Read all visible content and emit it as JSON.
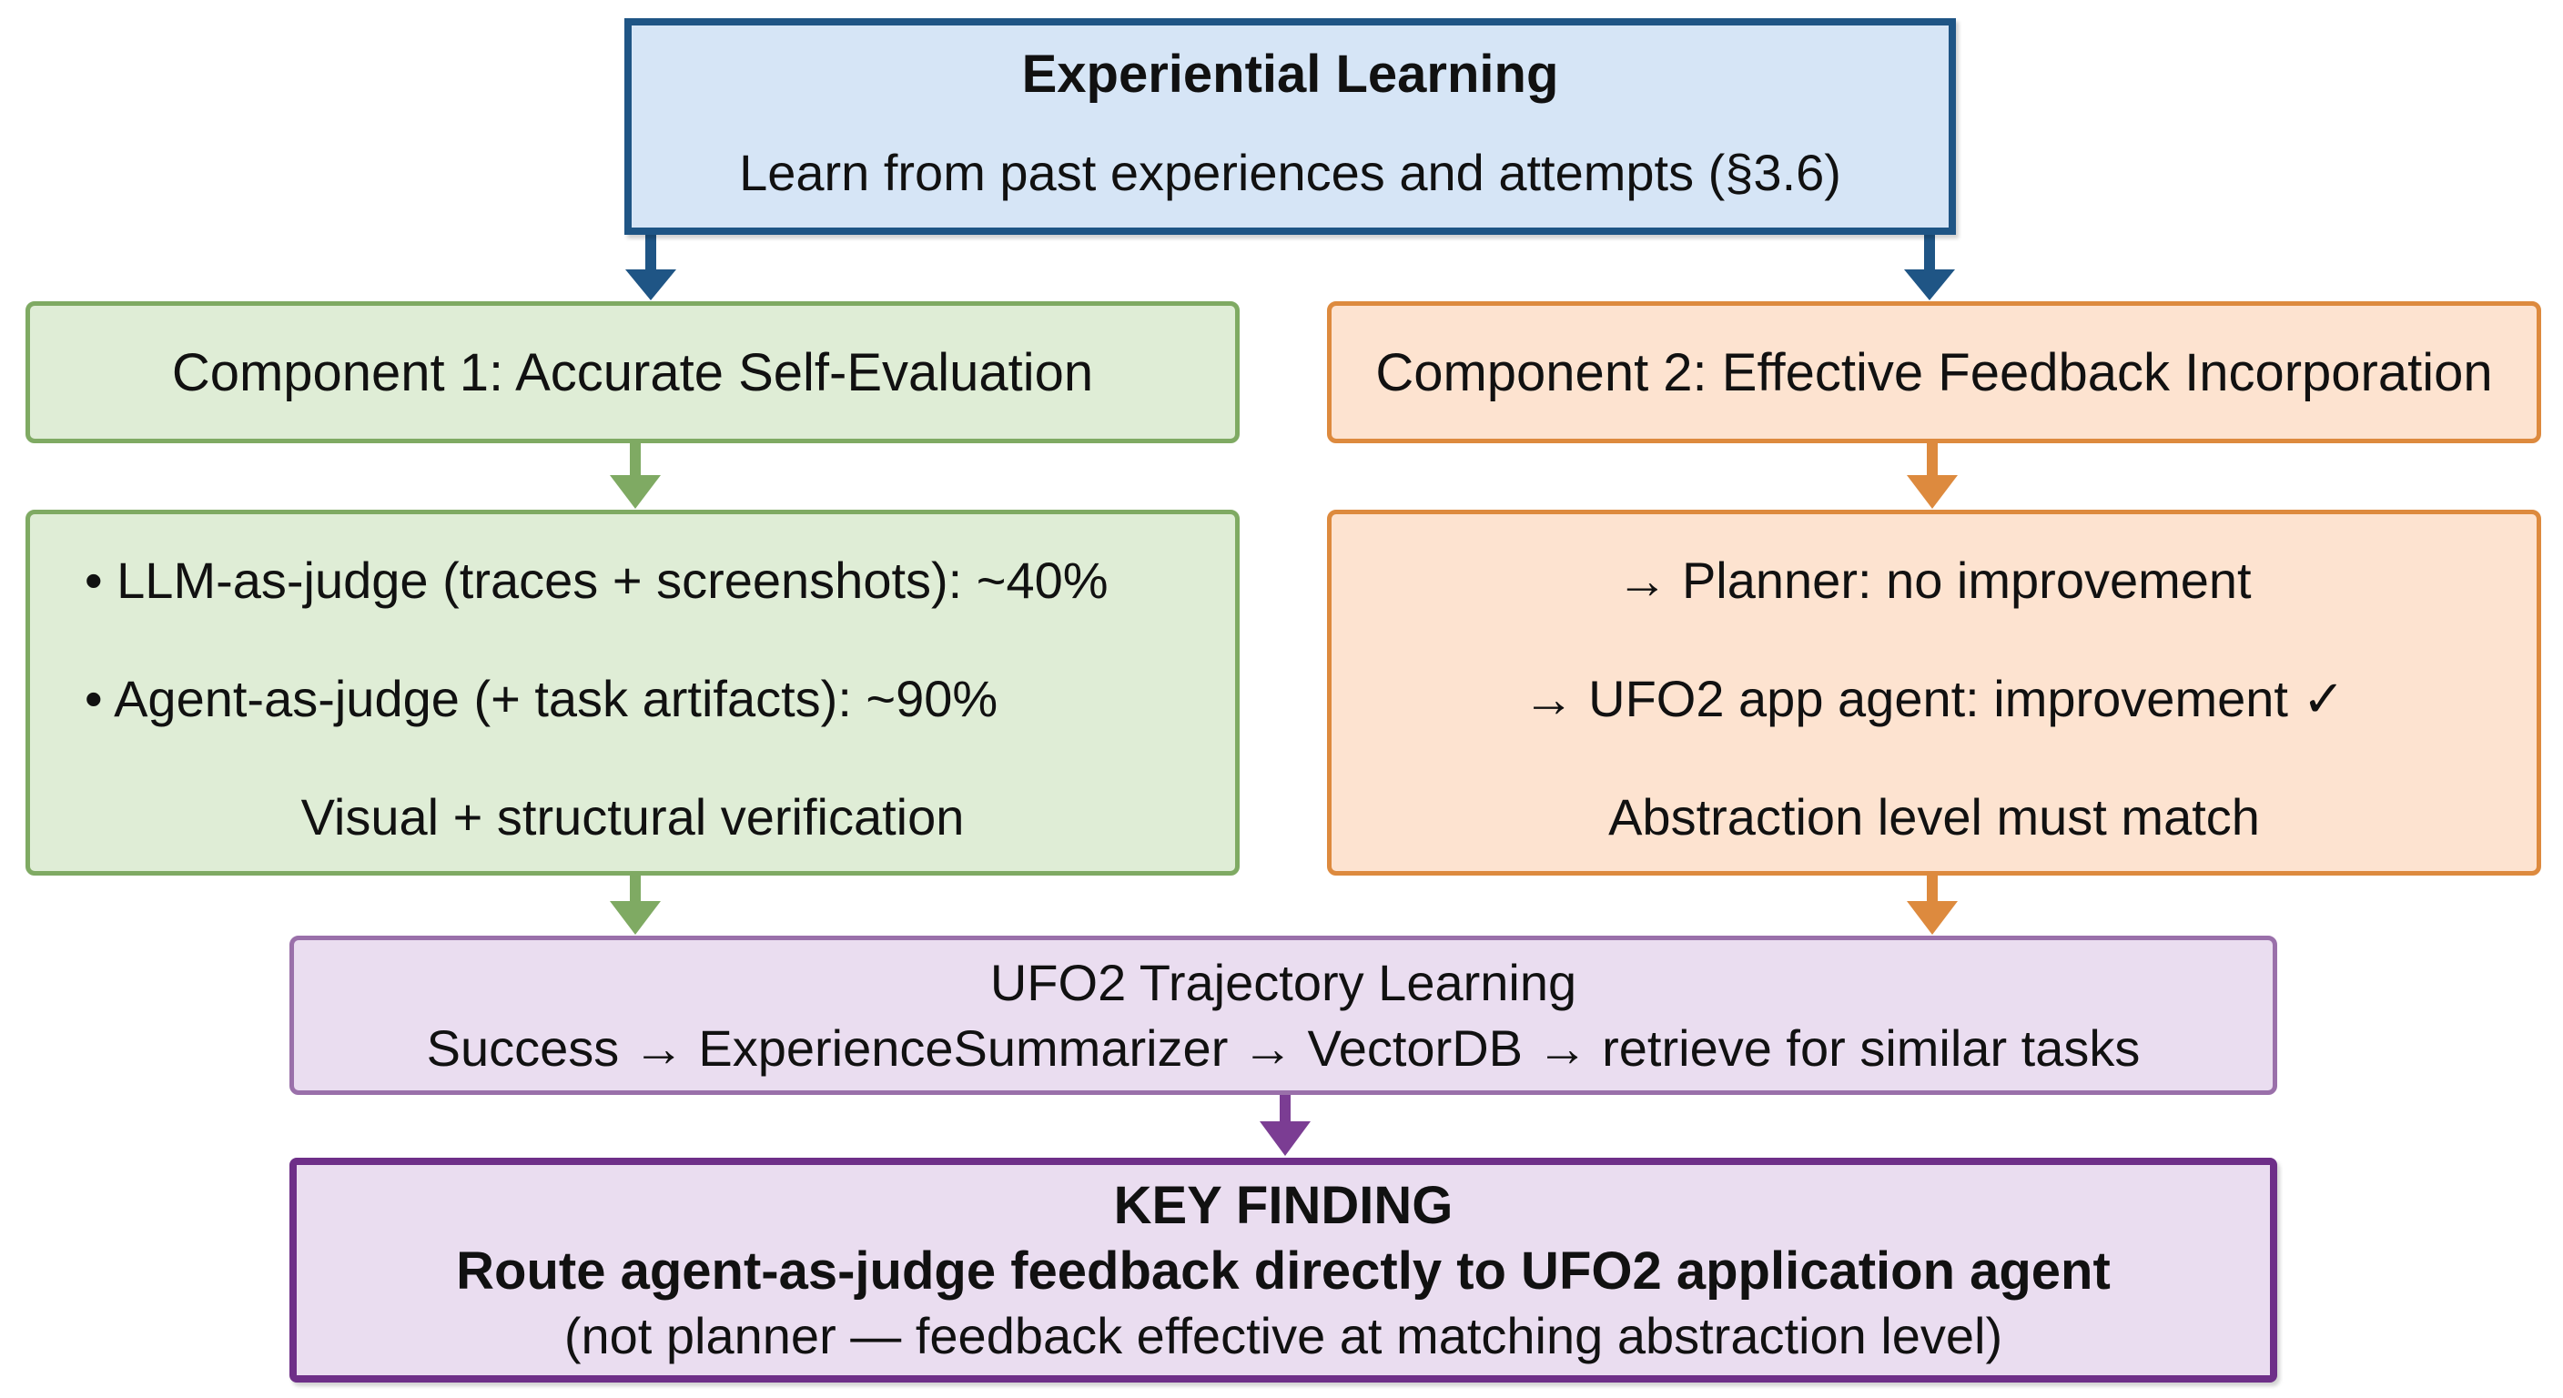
{
  "top": {
    "title": "Experiential Learning",
    "subtitle": "Learn from past experiences and attempts (§3.6)"
  },
  "component1": {
    "title": "Component 1: Accurate Self-Evaluation",
    "bullet1": "• LLM-as-judge (traces + screenshots): ~40%",
    "bullet2": "• Agent-as-judge (+ task artifacts): ~90%",
    "note": "Visual + structural verification"
  },
  "component2": {
    "title": "Component 2: Effective Feedback Incorporation",
    "line1": "→ Planner: no improvement",
    "line2": "→ UFO2 app agent: improvement ✓",
    "note": "Abstraction level must match"
  },
  "trajectory": {
    "title": "UFO2 Trajectory Learning",
    "flow": "Success → ExperienceSummarizer → VectorDB → retrieve for similar tasks"
  },
  "key_finding": {
    "heading": "KEY FINDING",
    "statement": "Route agent-as-judge feedback directly to UFO2 application agent",
    "note": "(not planner — feedback effective at matching abstraction level)"
  },
  "colors": {
    "blue": "#1f5585",
    "green": "#7faa63",
    "orange": "#dd8a3e",
    "purple": "#6e2f88"
  }
}
